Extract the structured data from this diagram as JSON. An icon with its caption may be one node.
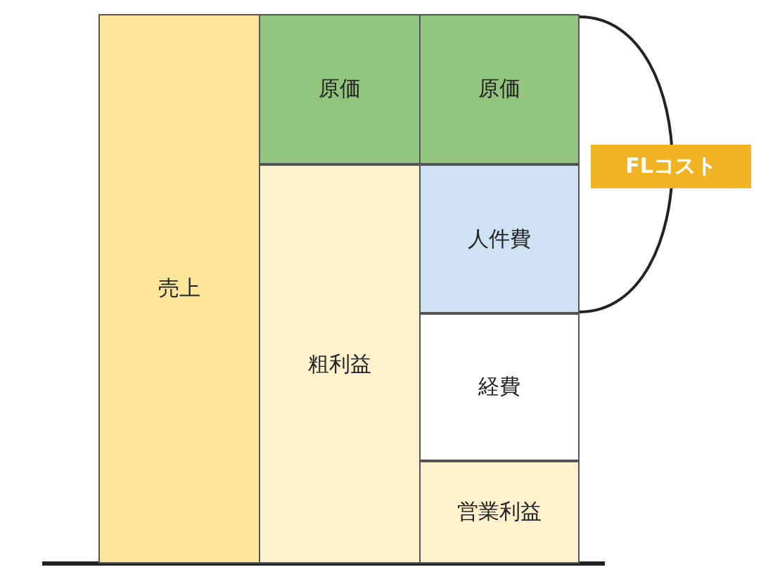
{
  "diagram": {
    "nodes": [
      {
        "text": [
          "売上"
        ]
      },
      {
        "text": [
          "原価"
        ]
      },
      {
        "text": [
          "粗利益"
        ]
      },
      {
        "text": [
          "原価"
        ]
      },
      {
        "text": [
          "人件費"
        ]
      },
      {
        "text": [
          "経費"
        ]
      },
      {
        "text": [
          "営業利益"
        ]
      },
      {
        "text": [
          "FLコスト"
        ]
      }
    ]
  }
}
